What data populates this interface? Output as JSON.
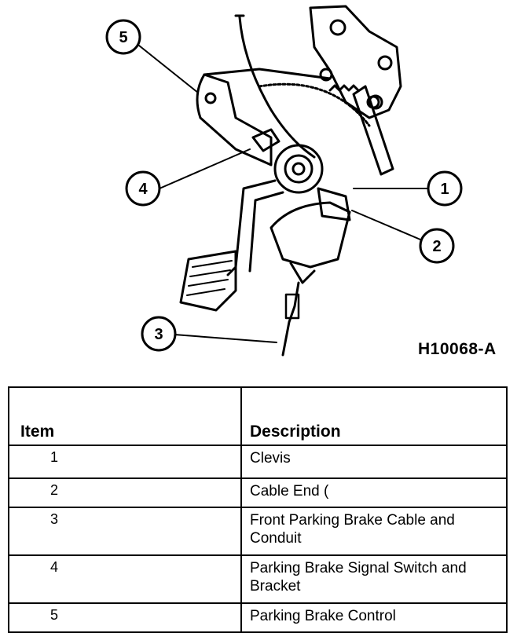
{
  "figure": {
    "id": "H10068-A",
    "callouts": [
      "5",
      "4",
      "1",
      "2",
      "3"
    ]
  },
  "table": {
    "headers": {
      "item": "Item",
      "description": "Description"
    },
    "rows": [
      {
        "item": "1",
        "description": "Clevis"
      },
      {
        "item": "2",
        "description": "Cable End ("
      },
      {
        "item": "3",
        "description": "Front Parking Brake Cable and Conduit"
      },
      {
        "item": "4",
        "description": "Parking Brake Signal Switch and Bracket"
      },
      {
        "item": "5",
        "description": "Parking Brake Control"
      }
    ]
  }
}
